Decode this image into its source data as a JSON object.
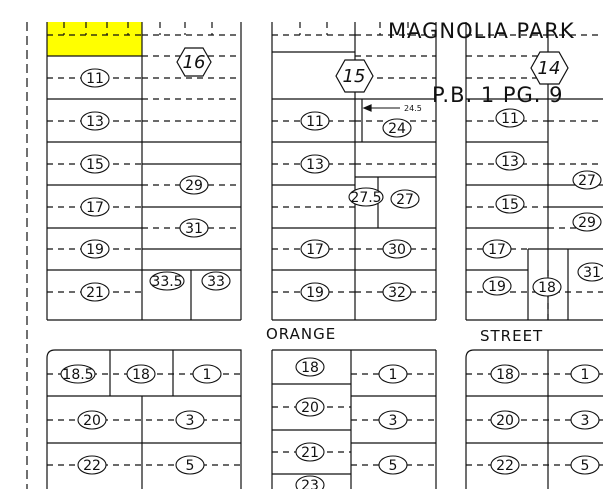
{
  "map": {
    "subdivision_label": "MAGNOLIA PARK",
    "plat_book_label": "P.B. 1 PG. 9",
    "streets": [
      "ORANGE",
      "STREET"
    ],
    "highlight_color": "#ffff00",
    "blocks": [
      "16",
      "15",
      "14"
    ],
    "lots": {
      "b16_left": [
        "11",
        "13",
        "15",
        "17",
        "19",
        "21"
      ],
      "b16_right": [
        "29",
        "31",
        "33.5",
        "33"
      ],
      "b15_left": [
        "11",
        "13",
        "17",
        "19"
      ],
      "b15_right": [
        "24",
        "27.5",
        "27",
        "30",
        "32"
      ],
      "b14_left": [
        "11",
        "13",
        "15",
        "17",
        "19",
        "18"
      ],
      "b14_right": [
        "27",
        "29",
        "31"
      ],
      "s_left_top": [
        "18.5",
        "18",
        "1"
      ],
      "s_left": [
        "20",
        "3",
        "22",
        "5"
      ],
      "s_mid": [
        "18",
        "1",
        "20",
        "3",
        "21",
        "5",
        "23"
      ],
      "s_right": [
        "18",
        "1",
        "20",
        "3",
        "22",
        "5"
      ]
    },
    "dimension_24_5": "24.5"
  }
}
